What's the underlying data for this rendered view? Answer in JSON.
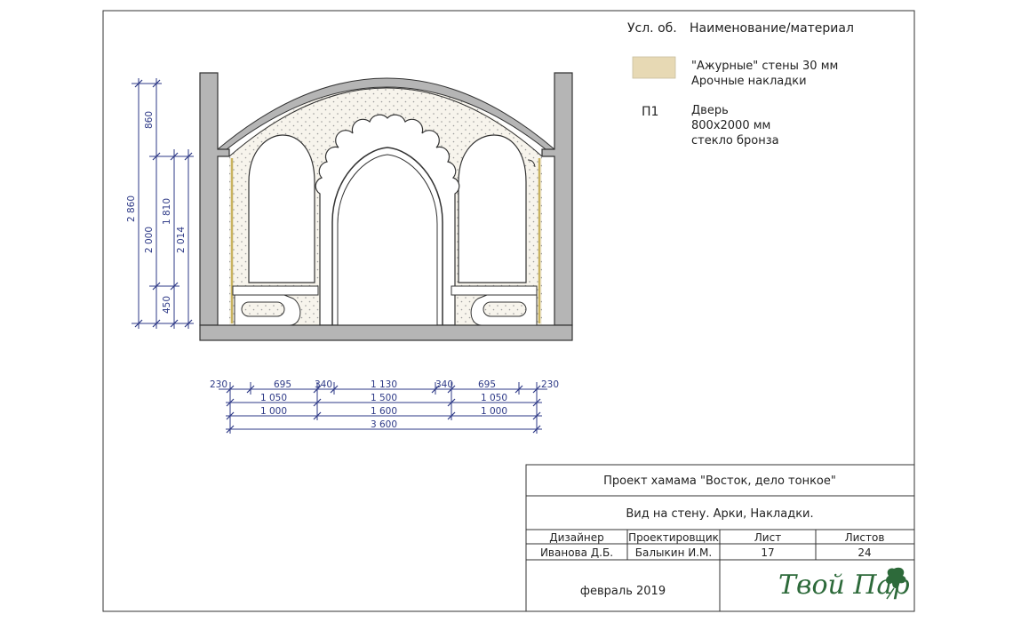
{
  "legend": {
    "header_symbol": "Усл. об.",
    "header_name": "Наименование/материал",
    "items": [
      {
        "symbol": "",
        "swatch_color": "#e7d9b4",
        "lines": [
          "\"Ажурные\" стены 30 мм",
          "Арочные накладки"
        ]
      },
      {
        "symbol": "П1",
        "lines": [
          "Дверь",
          "800х2000 мм",
          "стекло бронза"
        ]
      }
    ]
  },
  "vertical_dims": {
    "outer": [
      "2 860"
    ],
    "middle": [
      "860",
      "2 000",
      "1 810",
      "450"
    ],
    "inner": [
      "2 014"
    ]
  },
  "horizontal_dims": {
    "row1": [
      "230",
      "695",
      "340",
      "1 130",
      "340",
      "695",
      "230"
    ],
    "row2": [
      "1 050",
      "1 500",
      "1 050"
    ],
    "row3": [
      "1 000",
      "1 600",
      "1 000"
    ],
    "row4": [
      "3 600"
    ]
  },
  "title_block": {
    "project": "Проект хамама \"Восток, дело тонкое\"",
    "sheet_title": "Вид на стену. Арки, Накладки.",
    "columns": {
      "designer": "Дизайнер",
      "engineer": "Проектировщик",
      "sheet": "Лист",
      "sheets": "Листов"
    },
    "values": {
      "designer": "Иванова Д.Б.",
      "engineer": "Балыкин И.М.",
      "sheet": "17",
      "sheets": "24"
    },
    "date": "февраль 2019",
    "logo": "Твой Пар"
  },
  "colors": {
    "wall_gray": "#b5b5b5",
    "lattice_fill": "#f7f4ec",
    "dim_blue": "#2e3a87",
    "accent_gold": "#c9b360",
    "logo_green": "#2d6a3a"
  }
}
